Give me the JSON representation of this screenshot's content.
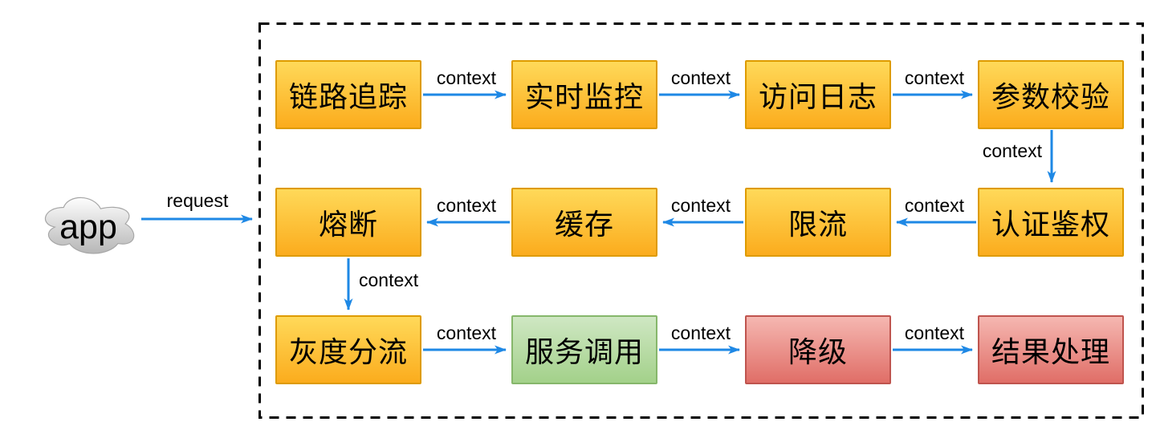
{
  "diagram": {
    "cloud": {
      "label": "app"
    },
    "nodes": [
      {
        "id": "trace",
        "label": "链路追踪",
        "type": "orange"
      },
      {
        "id": "monitor",
        "label": "实时监控",
        "type": "orange"
      },
      {
        "id": "access-log",
        "label": "访问日志",
        "type": "orange"
      },
      {
        "id": "param-check",
        "label": "参数校验",
        "type": "orange"
      },
      {
        "id": "auth",
        "label": "认证鉴权",
        "type": "orange"
      },
      {
        "id": "rate-limit",
        "label": "限流",
        "type": "orange"
      },
      {
        "id": "cache",
        "label": "缓存",
        "type": "orange"
      },
      {
        "id": "circuit-breaker",
        "label": "熔断",
        "type": "orange"
      },
      {
        "id": "gray-release",
        "label": "灰度分流",
        "type": "orange"
      },
      {
        "id": "service-call",
        "label": "服务调用",
        "type": "green"
      },
      {
        "id": "degrade",
        "label": "降级",
        "type": "red"
      },
      {
        "id": "result",
        "label": "结果处理",
        "type": "red"
      }
    ],
    "edges": [
      {
        "from": "app",
        "to": "trace",
        "label": "request"
      },
      {
        "from": "trace",
        "to": "monitor",
        "label": "context"
      },
      {
        "from": "monitor",
        "to": "access-log",
        "label": "context"
      },
      {
        "from": "access-log",
        "to": "param-check",
        "label": "context"
      },
      {
        "from": "param-check",
        "to": "auth",
        "label": "context"
      },
      {
        "from": "auth",
        "to": "rate-limit",
        "label": "context"
      },
      {
        "from": "rate-limit",
        "to": "cache",
        "label": "context"
      },
      {
        "from": "cache",
        "to": "circuit-breaker",
        "label": "context"
      },
      {
        "from": "circuit-breaker",
        "to": "gray-release",
        "label": "context"
      },
      {
        "from": "gray-release",
        "to": "service-call",
        "label": "context"
      },
      {
        "from": "service-call",
        "to": "degrade",
        "label": "context"
      },
      {
        "from": "degrade",
        "to": "result",
        "label": "context"
      }
    ],
    "colors": {
      "arrow": "#1E88E5",
      "orange_top": "#FFD959",
      "orange_bottom": "#FBAC1D",
      "orange_border": "#DE9B00",
      "green_top": "#CFE7C3",
      "green_bottom": "#A3D18A",
      "green_border": "#86B76B",
      "red_top": "#F5B7B1",
      "red_bottom": "#E06E67",
      "red_border": "#BF544E"
    }
  }
}
